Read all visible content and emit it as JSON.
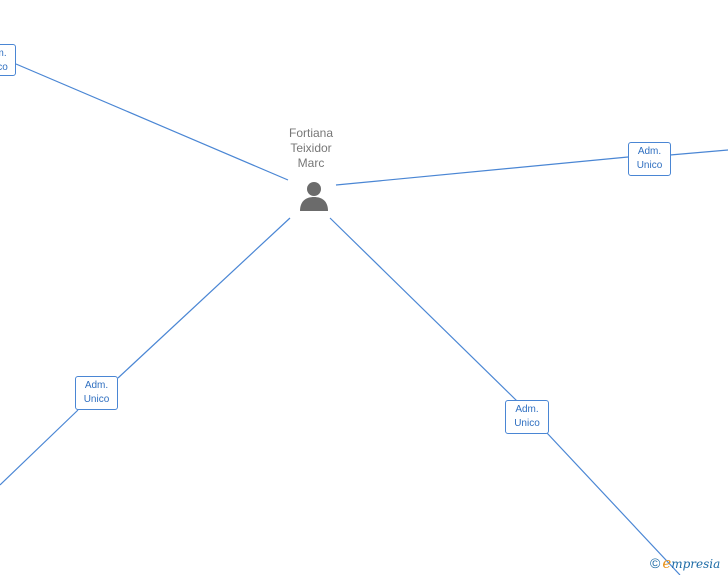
{
  "person": {
    "name_lines": [
      "Fortiana",
      "Teixidor",
      "Marc"
    ],
    "icon": "person-silhouette-icon"
  },
  "roles": [
    {
      "id": "top-left",
      "line1": "Adm.",
      "line2": "Unico"
    },
    {
      "id": "right",
      "line1": "Adm.",
      "line2": "Unico"
    },
    {
      "id": "bottom-left",
      "line1": "Adm.",
      "line2": "Unico"
    },
    {
      "id": "bottom-right",
      "line1": "Adm.",
      "line2": "Unico"
    }
  ],
  "brand": {
    "copyright": "©",
    "e": "e",
    "rest": "mpresia"
  },
  "colors": {
    "edge": "#4a86d4",
    "role_text": "#2f6fc0",
    "name_text": "#777777",
    "brand_accent": "#e8941e"
  }
}
